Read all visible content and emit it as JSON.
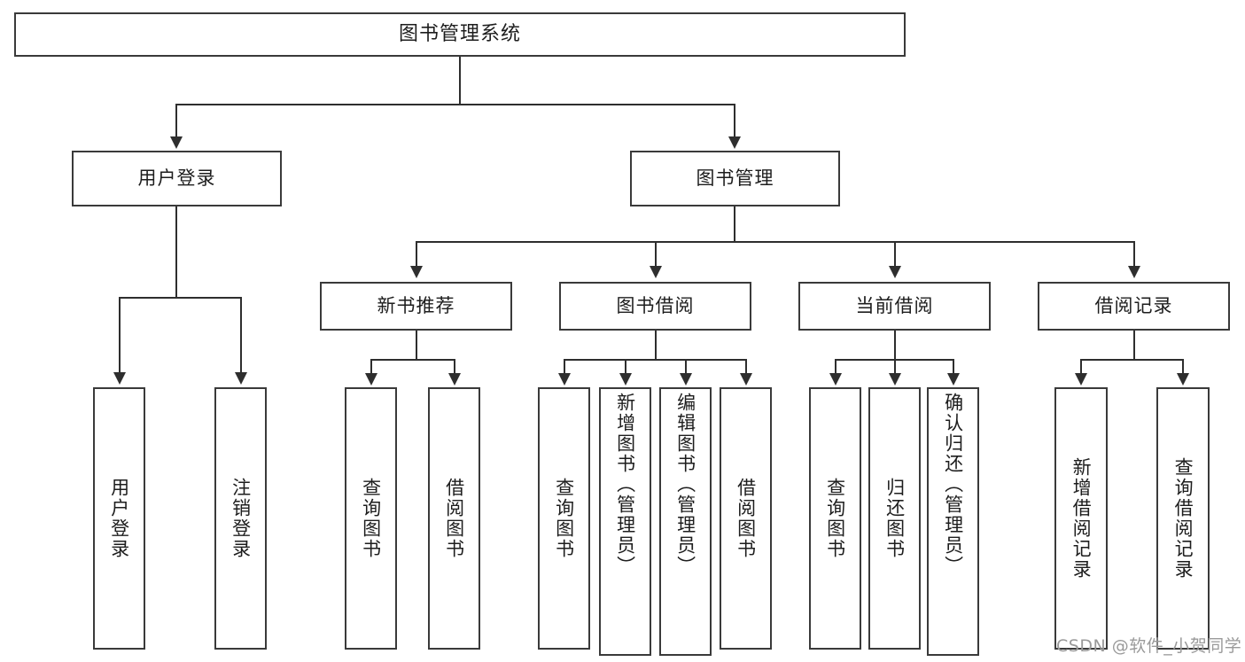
{
  "diagram": {
    "type": "hierarchy-tree",
    "title": "图书管理系统",
    "watermark": "CSDN @软件_小贺同学",
    "colors": {
      "box_border": "#3a3a3a",
      "connector": "#2e2e2e",
      "text": "#1d1d1d",
      "background": "#ffffff",
      "watermark": "#9a9a9a"
    },
    "levels": {
      "root": "图书管理系统",
      "level2": [
        "用户登录",
        "图书管理"
      ],
      "level3": [
        "新书推荐",
        "图书借阅",
        "当前借阅",
        "借阅记录"
      ]
    },
    "nodes": {
      "root": {
        "label": "图书管理系统"
      },
      "user_login": {
        "label": "用户登录"
      },
      "book_manage": {
        "label": "图书管理"
      },
      "new_book_rec": {
        "label": "新书推荐"
      },
      "book_borrow": {
        "label": "图书借阅"
      },
      "current_borrow": {
        "label": "当前借阅"
      },
      "borrow_record": {
        "label": "借阅记录"
      },
      "leaf_user_login": {
        "label": "用户登录"
      },
      "leaf_user_logout": {
        "label": "注销登录"
      },
      "leaf_rec_query": {
        "label": "查询图书"
      },
      "leaf_rec_borrow": {
        "label": "借阅图书"
      },
      "leaf_borrow_query": {
        "label": "查询图书"
      },
      "leaf_borrow_add": {
        "label": "新增图书（管理员）"
      },
      "leaf_borrow_edit": {
        "label": "编辑图书（管理员）"
      },
      "leaf_borrow_lend": {
        "label": "借阅图书"
      },
      "leaf_cur_query": {
        "label": "查询图书"
      },
      "leaf_cur_return": {
        "label": "归还图书"
      },
      "leaf_cur_confirm": {
        "label": "确认归还（管理员）"
      },
      "leaf_rec_add": {
        "label": "新增借阅记录"
      },
      "leaf_rec_query2": {
        "label": "查询借阅记录"
      }
    },
    "edges": [
      {
        "from": "root",
        "to": "user_login"
      },
      {
        "from": "root",
        "to": "book_manage"
      },
      {
        "from": "user_login",
        "to": "leaf_user_login"
      },
      {
        "from": "user_login",
        "to": "leaf_user_logout"
      },
      {
        "from": "book_manage",
        "to": "new_book_rec"
      },
      {
        "from": "book_manage",
        "to": "book_borrow"
      },
      {
        "from": "book_manage",
        "to": "current_borrow"
      },
      {
        "from": "book_manage",
        "to": "borrow_record"
      },
      {
        "from": "new_book_rec",
        "to": "leaf_rec_query"
      },
      {
        "from": "new_book_rec",
        "to": "leaf_rec_borrow"
      },
      {
        "from": "book_borrow",
        "to": "leaf_borrow_query"
      },
      {
        "from": "book_borrow",
        "to": "leaf_borrow_add"
      },
      {
        "from": "book_borrow",
        "to": "leaf_borrow_edit"
      },
      {
        "from": "book_borrow",
        "to": "leaf_borrow_lend"
      },
      {
        "from": "current_borrow",
        "to": "leaf_cur_query"
      },
      {
        "from": "current_borrow",
        "to": "leaf_cur_return"
      },
      {
        "from": "current_borrow",
        "to": "leaf_cur_confirm"
      },
      {
        "from": "borrow_record",
        "to": "leaf_rec_add"
      },
      {
        "from": "borrow_record",
        "to": "leaf_rec_query2"
      }
    ]
  }
}
